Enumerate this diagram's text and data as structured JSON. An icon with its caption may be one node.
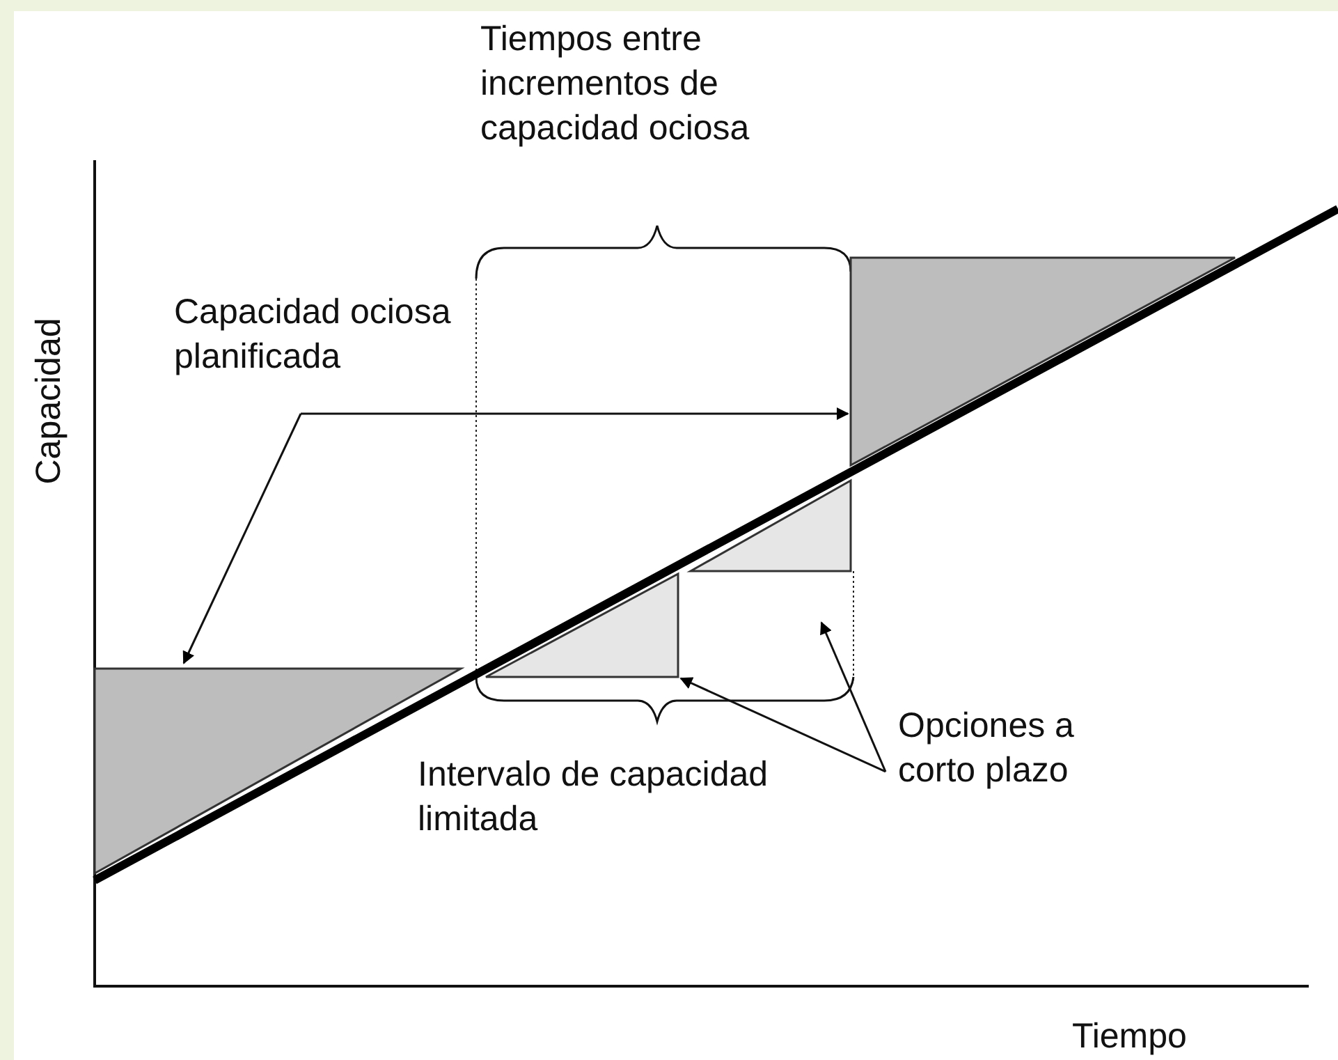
{
  "diagram": {
    "nodes": [
      {
        "text": [
          "Capacidad ociosa planificada"
        ]
      },
      {
        "text": [
          "Opciones a corto plazo"
        ]
      },
      {
        "text": [],
        "shape": "triangle"
      },
      {
        "text": [],
        "shape": "triangle"
      },
      {
        "text": [],
        "shape": "box"
      },
      {
        "text": [],
        "shape": "triangle"
      }
    ],
    "edges": [
      {
        "from": 0,
        "to": 2,
        "arrow": "to"
      },
      {
        "from": 0,
        "to": 5,
        "arrow": "to"
      },
      {
        "from": 1,
        "to": 3,
        "arrow": "to"
      },
      {
        "from": 1,
        "to": null,
        "arrow": "to"
      }
    ],
    "labels": [
      "Tiempos entre incrementos de capacidad ociosa",
      "Capacidad",
      "Intervalo de capacidad limitada",
      "Tiempo"
    ]
  }
}
